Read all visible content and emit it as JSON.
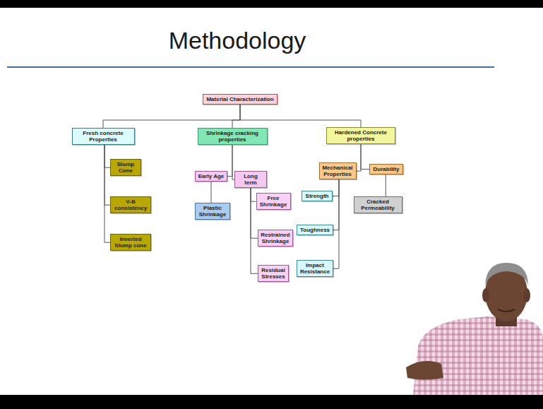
{
  "diagram": {
    "title": "Methodology",
    "nodes": [
      {
        "text": [
          "Material Characterization"
        ]
      },
      {
        "text": [
          "Fresh concrete Properties"
        ]
      },
      {
        "text": [
          "Slump Cone"
        ]
      },
      {
        "text": [
          "V-B consistency"
        ]
      },
      {
        "text": [
          "Inverted Slump cone"
        ]
      },
      {
        "text": [
          "Shrinkage cracking properties"
        ]
      },
      {
        "text": [
          "Early Age"
        ]
      },
      {
        "text": [
          "Long term"
        ]
      },
      {
        "text": [
          "Plastic Shrinkage"
        ]
      },
      {
        "text": [
          "Free Shrinkage"
        ]
      },
      {
        "text": [
          "Restrained Shrinkage"
        ]
      },
      {
        "text": [
          "Residual Stresses"
        ]
      },
      {
        "text": [
          "Hardened Concrete properties"
        ]
      },
      {
        "text": [
          "Mechanical Properties"
        ]
      },
      {
        "text": [
          "Durability"
        ]
      },
      {
        "text": [
          "Strength"
        ]
      },
      {
        "text": [
          "Toughness"
        ]
      },
      {
        "text": [
          "Impact Resistance"
        ]
      },
      {
        "text": [
          "Cracked Permeability"
        ]
      }
    ],
    "edges": [
      {
        "from": 0,
        "to": 1,
        "arrow": "none"
      },
      {
        "from": 0,
        "to": 5,
        "arrow": "none"
      },
      {
        "from": 0,
        "to": 12,
        "arrow": "none"
      },
      {
        "from": 1,
        "to": 2,
        "arrow": "none"
      },
      {
        "from": 1,
        "to": 3,
        "arrow": "none"
      },
      {
        "from": 1,
        "to": 4,
        "arrow": "none"
      },
      {
        "from": 5,
        "to": 6,
        "arrow": "none"
      },
      {
        "from": 5,
        "to": 7,
        "arrow": "none"
      },
      {
        "from": 6,
        "to": 8,
        "arrow": "none"
      },
      {
        "from": 7,
        "to": 9,
        "arrow": "none"
      },
      {
        "from": 7,
        "to": 10,
        "arrow": "none"
      },
      {
        "from": 7,
        "to": 11,
        "arrow": "none"
      },
      {
        "from": 12,
        "to": 13,
        "arrow": "none"
      },
      {
        "from": 12,
        "to": 14,
        "arrow": "none"
      },
      {
        "from": 13,
        "to": 15,
        "arrow": "none"
      },
      {
        "from": 13,
        "to": 16,
        "arrow": "none"
      },
      {
        "from": 13,
        "to": 17,
        "arrow": "none"
      },
      {
        "from": 14,
        "to": 18,
        "arrow": "none"
      }
    ]
  }
}
